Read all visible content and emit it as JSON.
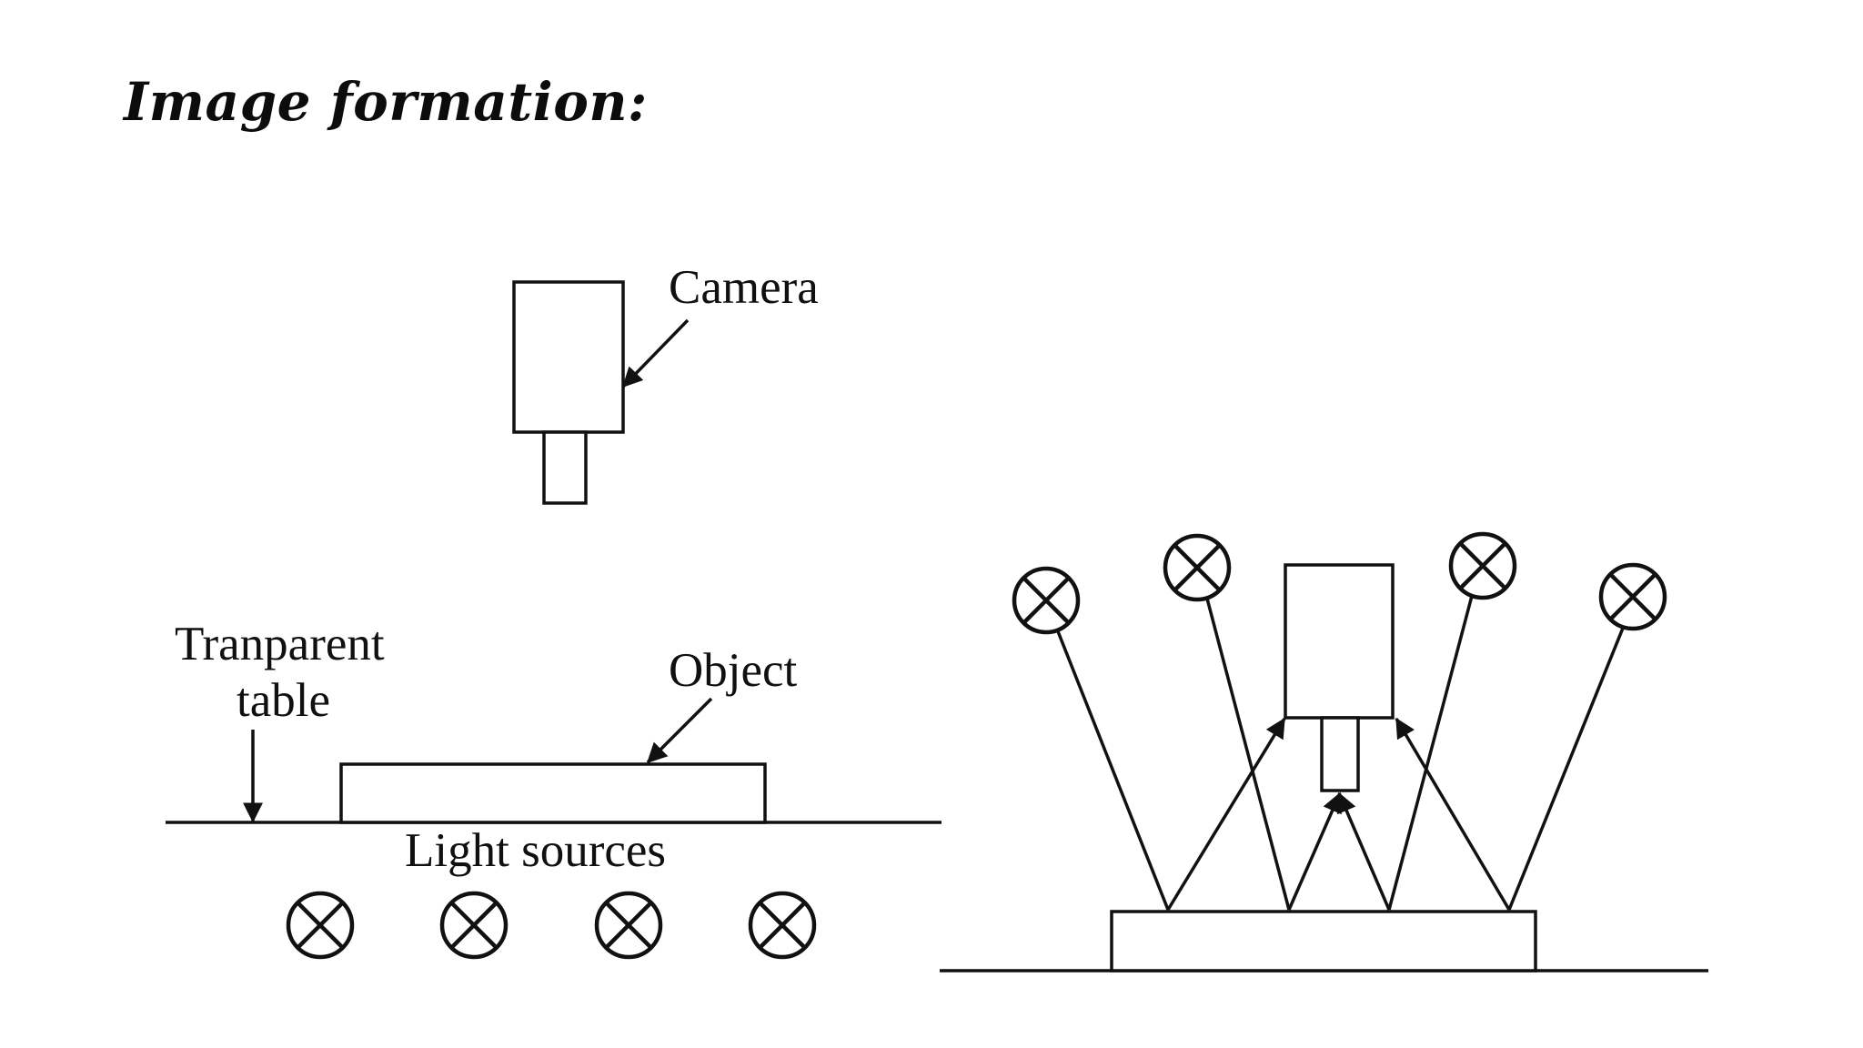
{
  "title": "Image formation:",
  "labels": {
    "camera": "Camera",
    "transparent_table_line1": "Tranparent",
    "transparent_table_line2": "table",
    "object": "Object",
    "light_sources": "Light sources"
  },
  "icons": {
    "lamp": "circle-with-x-lamp-icon",
    "arrow": "arrowhead"
  },
  "colors": {
    "ink": "#111111",
    "paper": "#ffffff"
  }
}
